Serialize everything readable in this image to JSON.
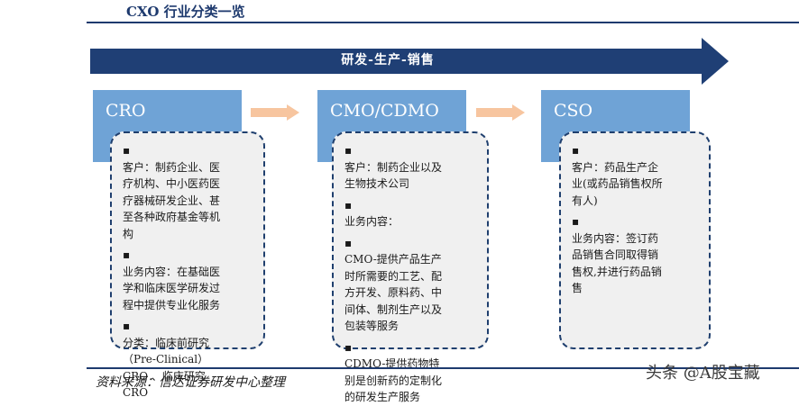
{
  "title": "CXO 行业分类一览",
  "process_label": "研发-生产-销售",
  "colors": {
    "header_blue": "#6fa3d6",
    "arrow_blue": "#1f3f75",
    "small_arrow": "#f7c59f",
    "border_dark": "#1f3f6e"
  },
  "stages": [
    {
      "name": "CRO",
      "items": [
        {
          "lines": [
            "客户：制药企业、医",
            "疗机构、中小医药医",
            "疗器械研发企业、甚",
            "至各种政府基金等机",
            "构"
          ]
        },
        {
          "lines": [
            "业务内容：在基础医",
            "学和临床医学研发过",
            "程中提供专业化服务"
          ]
        },
        {
          "lines": [
            "分类：临床前研究",
            "（Pre-Clinical）",
            "CRO 、临床研究",
            "CRO"
          ]
        }
      ]
    },
    {
      "name": "CMO/CDMO",
      "items": [
        {
          "lines": [
            "客户：制药企业以及",
            "生物技术公司"
          ]
        },
        {
          "lines": [
            "业务内容："
          ]
        },
        {
          "lines": [
            "CMO-提供产品生产",
            "时所需要的工艺、配",
            "方开发、原料药、中",
            "间体、制剂生产以及",
            "包装等服务"
          ]
        },
        {
          "lines": [
            "CDMO-提供药物特",
            "别是创新药的定制化",
            "的研发生产服务"
          ]
        }
      ]
    },
    {
      "name": "CSO",
      "items": [
        {
          "lines": [
            "客户：药品生产企",
            "业(或药品销售权所",
            "有人)"
          ]
        },
        {
          "lines": [
            "业务内容：签订药",
            "品销售合同取得销",
            "售权,并进行药品销",
            "售"
          ]
        }
      ]
    }
  ],
  "source": "资料来源：信达证券研发中心整理",
  "watermark": "头条 @A股宝藏"
}
